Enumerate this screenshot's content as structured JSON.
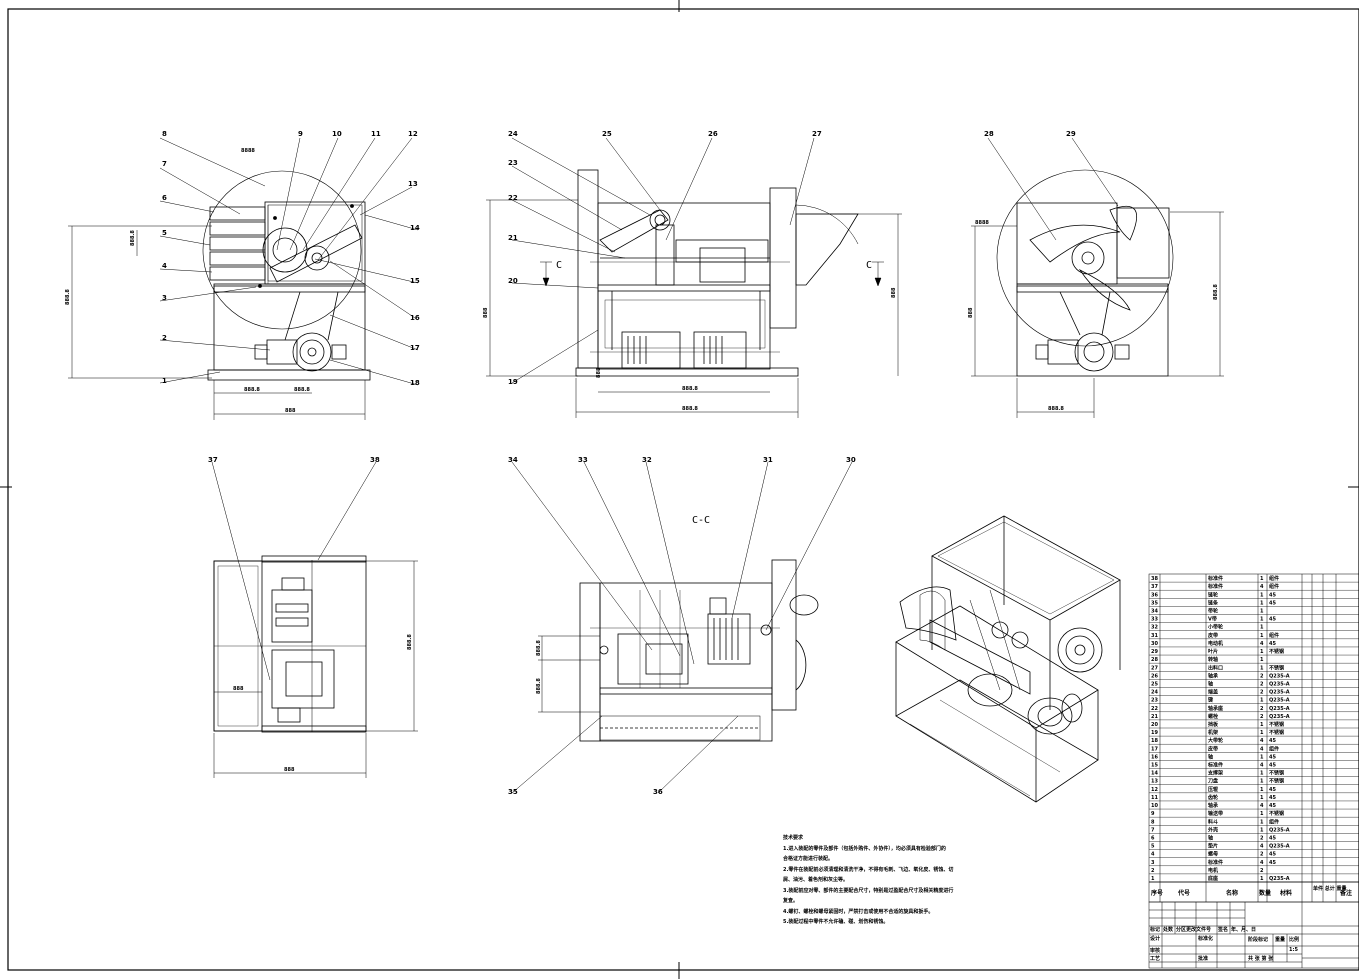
{
  "views": {
    "front": {
      "callouts": [
        "8",
        "9",
        "10",
        "11",
        "12",
        "13",
        "14",
        "15",
        "16",
        "17",
        "18",
        "7",
        "6",
        "5",
        "4",
        "3",
        "2",
        "1"
      ],
      "dims": {
        "d1": "8888",
        "d2": "888.8",
        "d3": "888.8",
        "d4": "888.8",
        "d5": "888.8",
        "d6": "888"
      }
    },
    "side": {
      "callouts": [
        "24",
        "25",
        "26",
        "27",
        "23",
        "22",
        "21",
        "20",
        "19"
      ],
      "dims": {
        "d1": "888",
        "d2": "888.8",
        "d3": "888",
        "d4": "888",
        "d5": "888.8"
      },
      "section_mark": "C"
    },
    "right": {
      "callouts": [
        "28",
        "29"
      ],
      "dims": {
        "d1": "8888",
        "d2": "888",
        "d3": "888.8",
        "d4": "888.8"
      }
    },
    "top": {
      "callouts": [
        "37",
        "38"
      ],
      "dims": {
        "d1": "888",
        "d2": "888",
        "d3": "888.8"
      }
    },
    "section": {
      "title": "C-C",
      "callouts": [
        "34",
        "33",
        "32",
        "31",
        "30",
        "35",
        "36"
      ],
      "dims": {
        "d1": "888.8",
        "d2": "888.8"
      }
    }
  },
  "notes": {
    "heading": "技术要求",
    "lines": [
      "1.进入装配的零件及部件（包括外购件、外协件），均必须具有检验部门的",
      "合格证方能进行装配。",
      "2.零件在装配前必须清理和清洗干净，不得有毛刺、飞边、氧化皮、锈蚀、切",
      "屑、油污、着色剂和灰尘等。",
      "3.装配前应对零、部件的主要配合尺寸，特别是过盈配合尺寸及相关精度进行",
      "复查。",
      "4.螺钉、螺栓和螺母紧固时，严禁打击或使用不合适的旋具和扳手。",
      "5.装配过程中零件不允许磕、碰、划伤和锈蚀。"
    ]
  },
  "bom": {
    "rows": [
      {
        "no": "38",
        "name": "标准件",
        "qty": "1",
        "mat": "组件"
      },
      {
        "no": "37",
        "name": "标准件",
        "qty": "4",
        "mat": "组件"
      },
      {
        "no": "36",
        "name": "链轮",
        "qty": "1",
        "mat": "45"
      },
      {
        "no": "35",
        "name": "链条",
        "qty": "1",
        "mat": "45"
      },
      {
        "no": "34",
        "name": "带轮",
        "qty": "1",
        "mat": ""
      },
      {
        "no": "33",
        "name": "V带",
        "qty": "1",
        "mat": "45"
      },
      {
        "no": "32",
        "name": "小带轮",
        "qty": "1",
        "mat": ""
      },
      {
        "no": "31",
        "name": "皮带",
        "qty": "1",
        "mat": "组件"
      },
      {
        "no": "30",
        "name": "电动机",
        "qty": "4",
        "mat": "45"
      },
      {
        "no": "29",
        "name": "叶片",
        "qty": "1",
        "mat": "不锈钢"
      },
      {
        "no": "28",
        "name": "转轴",
        "qty": "1",
        "mat": ""
      },
      {
        "no": "27",
        "name": "出料口",
        "qty": "1",
        "mat": "不锈钢"
      },
      {
        "no": "26",
        "name": "轴承",
        "qty": "2",
        "mat": "Q235-A"
      },
      {
        "no": "25",
        "name": "轴",
        "qty": "2",
        "mat": "Q235-A"
      },
      {
        "no": "24",
        "name": "端盖",
        "qty": "2",
        "mat": "Q235-A"
      },
      {
        "no": "23",
        "name": "键",
        "qty": "1",
        "mat": "Q235-A"
      },
      {
        "no": "22",
        "name": "轴承座",
        "qty": "2",
        "mat": "Q235-A"
      },
      {
        "no": "21",
        "name": "螺栓",
        "qty": "2",
        "mat": "Q235-A"
      },
      {
        "no": "20",
        "name": "挡板",
        "qty": "1",
        "mat": "不锈钢"
      },
      {
        "no": "19",
        "name": "机架",
        "qty": "1",
        "mat": "不锈钢"
      },
      {
        "no": "18",
        "name": "大带轮",
        "qty": "4",
        "mat": "45"
      },
      {
        "no": "17",
        "name": "皮带",
        "qty": "4",
        "mat": "组件"
      },
      {
        "no": "16",
        "name": "轴",
        "qty": "1",
        "mat": "45"
      },
      {
        "no": "15",
        "name": "标准件",
        "qty": "4",
        "mat": "45"
      },
      {
        "no": "14",
        "name": "支撑架",
        "qty": "1",
        "mat": "不锈钢"
      },
      {
        "no": "13",
        "name": "刀盘",
        "qty": "1",
        "mat": "不锈钢"
      },
      {
        "no": "12",
        "name": "压辊",
        "qty": "1",
        "mat": "45"
      },
      {
        "no": "11",
        "name": "齿轮",
        "qty": "1",
        "mat": "45"
      },
      {
        "no": "10",
        "name": "轴承",
        "qty": "4",
        "mat": "45"
      },
      {
        "no": "9",
        "name": "输送带",
        "qty": "1",
        "mat": "不锈钢"
      },
      {
        "no": "8",
        "name": "料斗",
        "qty": "1",
        "mat": "组件"
      },
      {
        "no": "7",
        "name": "外壳",
        "qty": "1",
        "mat": "Q235-A"
      },
      {
        "no": "6",
        "name": "轴",
        "qty": "2",
        "mat": "45"
      },
      {
        "no": "5",
        "name": "垫片",
        "qty": "4",
        "mat": "Q235-A"
      },
      {
        "no": "4",
        "name": "螺母",
        "qty": "2",
        "mat": "45"
      },
      {
        "no": "3",
        "name": "标准件",
        "qty": "4",
        "mat": "45"
      },
      {
        "no": "2",
        "name": "电机",
        "qty": "2",
        "mat": ""
      },
      {
        "no": "1",
        "name": "底座",
        "qty": "1",
        "mat": "Q235-A"
      }
    ],
    "header": {
      "no": "序号",
      "code": "代号",
      "name": "名称",
      "qty": "数量",
      "mat": "材料",
      "weight": "单件 总计 重量",
      "remark": "备注"
    }
  },
  "title_block": {
    "labels": [
      "标记",
      "处数",
      "分区",
      "更改文件号",
      "签名",
      "年、月、日"
    ],
    "design": "设计",
    "standard": "标准化",
    "stage": "阶段标记",
    "weight": "重量",
    "scale": "比例",
    "scale_val": "1:5",
    "check": "审核",
    "process": "工艺",
    "approve": "批准",
    "sheets": "共 张 第 张"
  }
}
